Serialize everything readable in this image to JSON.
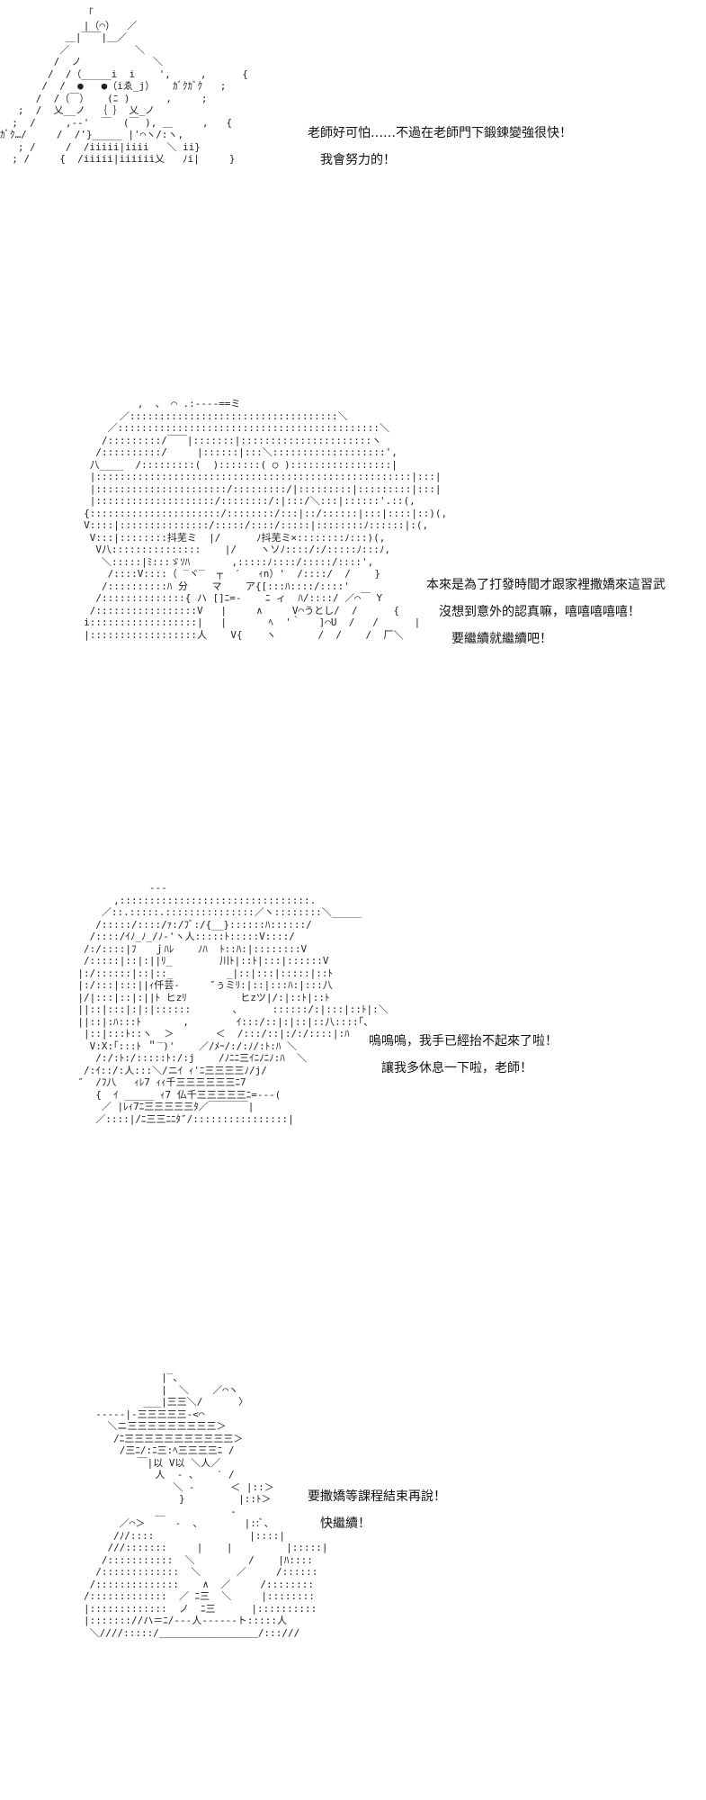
{
  "panels": [
    {
      "art": [
        "              「",
        "              |（⌒）  ／",
        "           ＿|￣￣|＿／",
        "          ／           ＼",
        "         /  ノ            ＼",
        "        /  /（_____i  i    ',     ,      {",
        "       /  /  ●   ●（iゑ_j）   ｶﾞｸｶﾞｸ   ;",
        "      /  /（￣）   (ﾆ )      ,     ;",
        "   ;  /  乂__ノ  ｛ ｝ 乂_ノ",
        "  ;  /     ,-‐'  ￣  (￣ ), ＿     ,   {",
        "ｶﾞｸ…/     /  /'}_____ |'⌒ヽ/:ヽ,",
        "   ; /     /  /iiiii|iiii   ＼ ii}",
        "  ; /     {  /iiiii|iiiiii乂   ﾉi|     }"
      ],
      "lines": [
        "老師好可怕……不過在老師門下鍛鍊變強很快！",
        "我會努力的！"
      ]
    },
    {
      "art": [
        "              ,  、 ⌒ .:-‐‐‐==ミ",
        "           ／:::::::::::::::::::::::::::::::::::＼",
        "         ／::::::::::::::::::::::::::::::::::::::::::::＼",
        "        /:::::::::/￣￣|:::::::|::::::::::::::::::::::ヽ",
        "       /::::::::::/     |::::::|:::＼:::::::::::::::::::',",
        "      八____  /:::::::::(  ):::::::( ○ ):::::::::::::::::|",
        "      |:::::::::::::::::::::::::::::::::::::::::::::::::::::|:::|",
        "      |::::::::::::::::::::::/:::::::::/|:::::::::|:::::::::|:::|",
        "      |::::::::::::::::::::/::::::::/:|:::/＼:::|::::::'.::(,",
        "     {::::::::::::::::::::::/::::::::/:::|::/::::::|:::|::::|::)(,",
        "     V::::|:::::::::::::::/:::::/::::/:::::|::::::::ﾉ::::::|:(,",
        "      V:::|::::::::抖芜ミ  |/      ﾉ抖芜ミ×::::::::ﾉ:::)(,",
        "       V八:::::::::::::::    |/    ヽソﾉ::::/:/:::::ﾉ:::ﾉ,",
        "        ＼:::::|ﾐ:::ゞｿﾊ       ,:::::ﾉ::::/:::::/::::',",
        "         /::::V::::（ ‾ヾ‾  ┬  ′   ｨn）'  /::::/  /    }",
        "        /::::::::::ﾊ 分    マ    ア{[:::ﾊ::::/::::'",
        "       /::::::::::::::{ ハ []ﾆ=-    ﾆ ィ  ﾊ/::::/ ／⌒￣ Y",
        "      /:::::::::::::::::V   |     ∧     V⌒うとし/  /      {",
        "     i::::::::::::::::::|   |       ﾍ  '｀   ]⌒U  /   /      |",
        "     |::::::::::::::::::人    V{    ヽ       /  /    /  厂＼"
      ],
      "lines": [
        "本來是為了打發時間才跟家裡撒嬌來這習武",
        "沒想到意外的認真嘛，嘻嘻嘻嘻嘻！",
        "要繼續就繼續吧！"
      ]
    },
    {
      "art": [
        "                   ‐‐‐",
        "             ,::::::::::::::::::::::::::::::::.",
        "           ／::.:::::.:::::::::::::::／ヽ::::::::＼_____",
        "          /:::::/::::/ｧ:/ﾌﾞ:/{__}::::::ﾊ::::::/",
        "         /::::/ｲﾉ_ﾉ_/ﾉ‐'ヽ人:::::ﾄ:::::V::::/",
        "        /:/::::|ﾌ   ｊﾊﾚ    ﾉﾊ  ﾄ::ﾊ:|::::::::V",
        "        /:::::|::|:||ﾘ_        川ﾄ|::ﾄ|:::|::::::V",
        "       |:/::::::|::|::_         _|::|:::|:::::|::ﾄ",
        "       |:/:::|:::||ｨ仟芸‐     ″ぅミﾘ:|::|:::ﾊ:|:::八",
        "       |/|:::|::|:||ﾄ ヒzﾘ         ヒzツ|/:|::ﾄ|::ﾄ",
        "       ||::|:::|:|:|::::::       、     ::::::/:|:::|::ﾄ|:＼",
        "       ||::|:ﾊ:::ﾄ       ,        ｲ:::/::|:|::|::八::::｢、",
        "        |::|:::ﾄ::ヽ  ＞       ＜  /:::/::|:/:/::::|:ﾊ",
        "         V:X:｢:::ﾄ ＂‾)'    ／/ﾒｰ/:/:ﾉ/:ﾄ:ﾊ ＼",
        "          /:/:ﾄ:/:::::ﾄ:/:j    /ﾉﾆﾆ三ｲﾆﾉﾆﾉ:ﾊ  ＼",
        "        /:ｲ::/:人:::＼/ニｲ ｨ'ﾆ三三三三ﾉ/j/",
        "       ″  /ﾌ八   ｨﾚ7 ｨｨ千三三三三三三ﾆ7",
        "          {  ｲ _____ ｨ7 仏千三三三三三ﾆ=-‐‐(",
        "           ／ |ﾚｨ7ﾆ三三三三三ﾀ／￣￣￣￣|",
        "          ／::::|/ﾆ三三ﾆﾆﾀ″/::::::::::::::::|"
      ],
      "lines": [
        "嗚嗚嗚，我手已經抬不起來了啦！",
        "讓我多休息一下啦，老師！"
      ]
    },
    {
      "art": [
        "                     |‾、",
        "                     |  ＼    ／⌒ヽ",
        "                  ___|三三＼/      〉",
        "          ‐‐‐‐‐|‐三三三三三‐<⌒",
        "            ＼ニ三三三三三三三三三＞",
        "             /ﾆ三三三三三三三三三三三＞",
        "              /三ﾆ/:ﾆ三:ﾍ三三三三ﾆ /",
        "                 ￣|以 V以 ＼人／",
        "                    人  ‐ 、   ′ /",
        "                       ＼ ‐      ＜ |::＞",
        "                        }         |::ﾄ＞",
        "                    ＿           ‐",
        "              ／⌒＞     ‐  、       |::ﾞ、",
        "             /ﾉ/::::                |::::|",
        "            ///:::::::     |    |         |:::::|",
        "           /:::::::::::  ＼         /    |ﾊ::::",
        "          /:::::::::::::  ＼      ／     /::::::",
        "         /::::::::::::::    ∧  ／     /::::::::",
        "        /:::::::::::::  ／ ﾆ三  ＼     |::::::::",
        "        |:::::::::::::  ノ  ﾆ三      |::::::::::",
        "        |::::::://ハ＝ﾆ/‐‐‐人‐‐‐‐‐‐ト:::::人",
        "         ＼////:::::/＿＿＿＿＿＿＿＿＿＿/:::///"
      ],
      "lines": [
        "要撒嬌等課程結束再說！",
        "快繼續！"
      ]
    }
  ]
}
